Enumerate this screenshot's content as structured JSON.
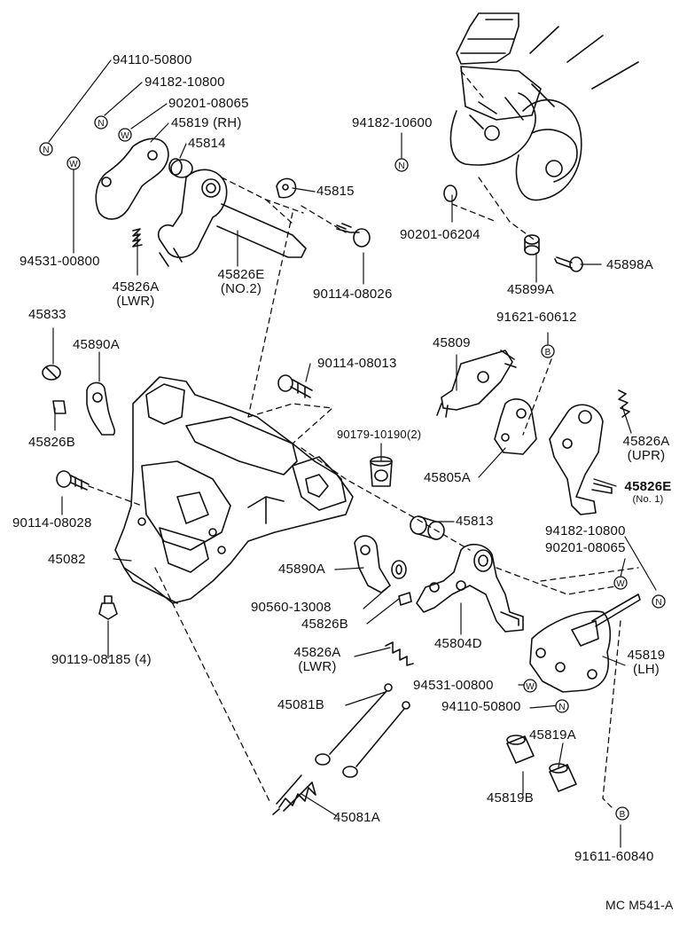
{
  "labels": {
    "p94110_50800_top": "94110-50800",
    "p94182_10800_top": "94182-10800",
    "p90201_08065_top": "90201-08065",
    "p45819_rh": "45819 (RH)",
    "p45814": "45814",
    "p45815": "45815",
    "p94531_00800_left": "94531-00800",
    "p45826A_lwr_top": "45826A",
    "p45826A_lwr_top_sub": "(LWR)",
    "p45826E_no2": "45826E",
    "p45826E_no2_sub": "(NO.2)",
    "p90114_08026": "90114-08026",
    "p94182_10600": "94182-10600",
    "p90201_06204": "90201-06204",
    "p45899A": "45899A",
    "p45898A": "45898A",
    "p45833": "45833",
    "p45890A_top": "45890A",
    "p45826B_left": "45826B",
    "p90114_08013": "90114-08013",
    "p91621_60612": "91621-60612",
    "p45809": "45809",
    "p90179_10190": "90179-10190(2)",
    "p45805A": "45805A",
    "p45826A_upr": "45826A",
    "p45826A_upr_sub": "(UPR)",
    "p45826E_no1": "45826E",
    "p45826E_no1_sub": "(No. 1)",
    "p90114_08028": "90114-08028",
    "p45813": "45813",
    "p94182_10800_right": "94182-10800",
    "p90201_08065_right": "90201-08065",
    "p45082": "45082",
    "p45890A_mid": "45890A",
    "p90560_13008": "90560-13008",
    "p45826B_mid": "45826B",
    "p45804D": "45804D",
    "p90119_08185": "90119-08185 (4)",
    "p45826A_lwr_mid": "45826A",
    "p45826A_lwr_mid_sub": "(LWR)",
    "p45819_lh": "45819",
    "p45819_lh_sub": "(LH)",
    "p94531_00800_right": "94531-00800",
    "p94110_50800_right": "94110-50800",
    "p45081B": "45081B",
    "p45819A": "45819A",
    "p45819B": "45819B",
    "p45081A": "45081A",
    "p91611_60840": "91611-60840",
    "diagram_code": "MC M541-A"
  },
  "callout_symbols": {
    "nut": "N",
    "washer": "W",
    "bolt": "B"
  }
}
